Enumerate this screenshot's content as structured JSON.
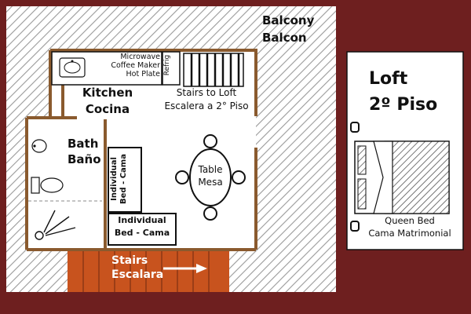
{
  "exterior": {
    "balcony": [
      "Balcony",
      "Balcon"
    ],
    "stairs": [
      "Stairs",
      "Escalara"
    ]
  },
  "kitchen": {
    "title": [
      "Kitchen",
      "Cocina"
    ],
    "counter_items": [
      "Microwave",
      "Coffee Maker",
      "Hot Plate"
    ],
    "fridge": "Refrig"
  },
  "stairs_to_loft": [
    "Stairs to Loft",
    "Escalera a 2° Piso"
  ],
  "bath": {
    "title": [
      "Bath",
      "Baño"
    ]
  },
  "beds": {
    "vertical": [
      "Individual",
      "Bed - Cama"
    ],
    "horizontal": [
      "Individual",
      "Bed - Cama"
    ]
  },
  "table": [
    "Table",
    "Mesa"
  ],
  "loft": {
    "title": [
      "Loft",
      "2º Piso"
    ],
    "bed": [
      "Queen Bed",
      "Cama Matrimonial"
    ]
  },
  "colors": {
    "background": "#6e1f1f",
    "floor": "#ffffff",
    "wall": "#8a5a2e",
    "stair_wood": "#c8531e",
    "hatch": "#999999"
  }
}
